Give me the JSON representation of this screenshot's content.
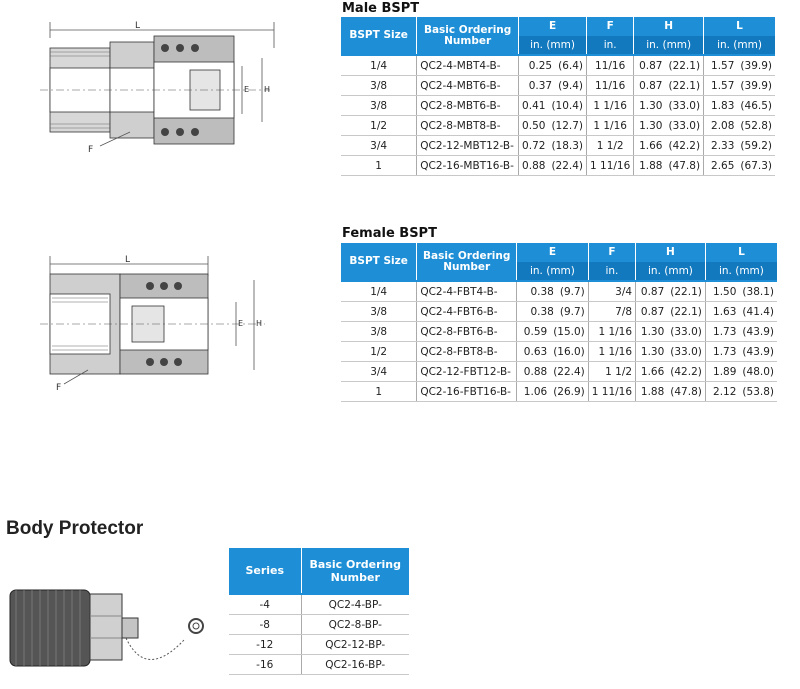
{
  "male": {
    "title": "Male BSPT",
    "headers": {
      "size": "BSPT Size",
      "ordering": "Basic Ordering Number",
      "e": "E",
      "f": "F",
      "h": "H",
      "l": "L",
      "e_unit": "in.  (mm)",
      "f_unit": "in.",
      "h_unit": "in.  (mm)",
      "l_unit": "in.  (mm)"
    },
    "rows": [
      {
        "size": "1/4",
        "part": "QC2-4-MBT4-B-",
        "e": "0.25",
        "e_mm": "(6.4)",
        "f": "11/16",
        "h": "0.87",
        "h_mm": "(22.1)",
        "l": "1.57",
        "l_mm": "(39.9)"
      },
      {
        "size": "3/8",
        "part": "QC2-4-MBT6-B-",
        "e": "0.37",
        "e_mm": "(9.4)",
        "f": "11/16",
        "h": "0.87",
        "h_mm": "(22.1)",
        "l": "1.57",
        "l_mm": "(39.9)"
      },
      {
        "size": "3/8",
        "part": "QC2-8-MBT6-B-",
        "e": "0.41",
        "e_mm": "(10.4)",
        "f": "1 1/16",
        "h": "1.30",
        "h_mm": "(33.0)",
        "l": "1.83",
        "l_mm": "(46.5)"
      },
      {
        "size": "1/2",
        "part": "QC2-8-MBT8-B-",
        "e": "0.50",
        "e_mm": "(12.7)",
        "f": "1 1/16",
        "h": "1.30",
        "h_mm": "(33.0)",
        "l": "2.08",
        "l_mm": "(52.8)"
      },
      {
        "size": "3/4",
        "part": "QC2-12-MBT12-B-",
        "e": "0.72",
        "e_mm": "(18.3)",
        "f": "1 1/2",
        "h": "1.66",
        "h_mm": "(42.2)",
        "l": "2.33",
        "l_mm": "(59.2)"
      },
      {
        "size": "1",
        "part": "QC2-16-MBT16-B-",
        "e": "0.88",
        "e_mm": "(22.4)",
        "f": "1 11/16",
        "h": "1.88",
        "h_mm": "(47.8)",
        "l": "2.65",
        "l_mm": "(67.3)"
      }
    ],
    "dims": {
      "l": "L",
      "e": "E",
      "h": "H",
      "f": "F"
    }
  },
  "female": {
    "title": "Female BSPT",
    "headers": {
      "size": "BSPT Size",
      "ordering": "Basic Ordering Number",
      "e": "E",
      "f": "F",
      "h": "H",
      "l": "L",
      "e_unit": "in.  (mm)",
      "f_unit": "in.",
      "h_unit": "in.  (mm)",
      "l_unit": "in.  (mm)"
    },
    "rows": [
      {
        "size": "1/4",
        "part": "QC2-4-FBT4-B-",
        "e": "0.38",
        "e_mm": "(9.7)",
        "f": "3/4",
        "h": "0.87",
        "h_mm": "(22.1)",
        "l": "1.50",
        "l_mm": "(38.1)"
      },
      {
        "size": "3/8",
        "part": "QC2-4-FBT6-B-",
        "e": "0.38",
        "e_mm": "(9.7)",
        "f": "7/8",
        "h": "0.87",
        "h_mm": "(22.1)",
        "l": "1.63",
        "l_mm": "(41.4)"
      },
      {
        "size": "3/8",
        "part": "QC2-8-FBT6-B-",
        "e": "0.59",
        "e_mm": "(15.0)",
        "f": "1 1/16",
        "h": "1.30",
        "h_mm": "(33.0)",
        "l": "1.73",
        "l_mm": "(43.9)"
      },
      {
        "size": "1/2",
        "part": "QC2-8-FBT8-B-",
        "e": "0.63",
        "e_mm": "(16.0)",
        "f": "1 1/16",
        "h": "1.30",
        "h_mm": "(33.0)",
        "l": "1.73",
        "l_mm": "(43.9)"
      },
      {
        "size": "3/4",
        "part": "QC2-12-FBT12-B-",
        "e": "0.88",
        "e_mm": "(22.4)",
        "f": "1 1/2",
        "h": "1.66",
        "h_mm": "(42.2)",
        "l": "1.89",
        "l_mm": "(48.0)"
      },
      {
        "size": "1",
        "part": "QC2-16-FBT16-B-",
        "e": "1.06",
        "e_mm": "(26.9)",
        "f": "1 11/16",
        "h": "1.88",
        "h_mm": "(47.8)",
        "l": "2.12",
        "l_mm": "(53.8)"
      }
    ],
    "dims": {
      "l": "L",
      "e": "E",
      "h": "H",
      "f": "F"
    }
  },
  "protector": {
    "title": "Body Protector",
    "headers": {
      "series": "Series",
      "ordering": "Basic Ordering Number"
    },
    "rows": [
      {
        "series": "-4",
        "part": "QC2-4-BP-"
      },
      {
        "series": "-8",
        "part": "QC2-8-BP-"
      },
      {
        "series": "-12",
        "part": "QC2-12-BP-"
      },
      {
        "series": "-16",
        "part": "QC2-16-BP-"
      }
    ]
  },
  "colors": {
    "header": "#1e8fd6",
    "header_dark": "#1279bf"
  }
}
